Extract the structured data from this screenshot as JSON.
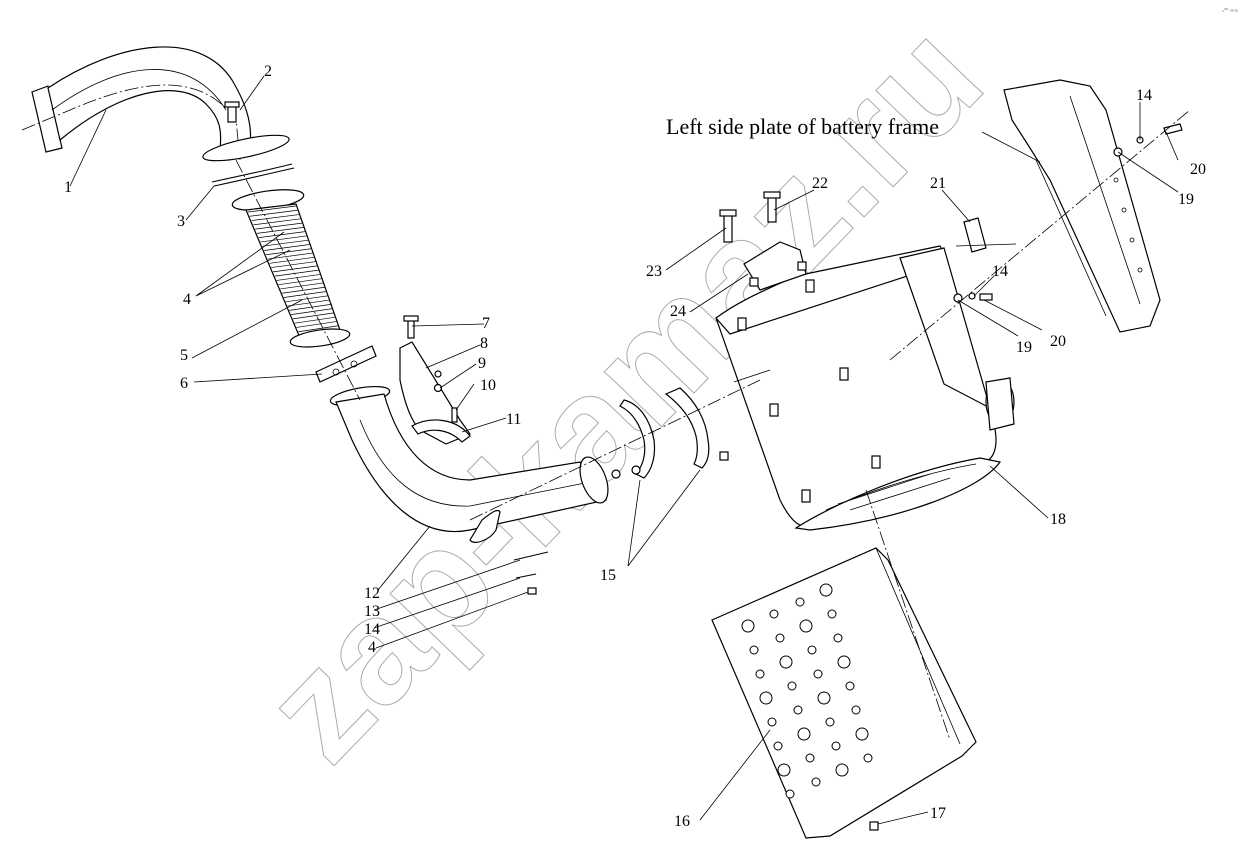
{
  "diagram": {
    "title_label": "Left side plate of battery frame",
    "corner_mark": "ₓ²⁰ ∞∞",
    "watermark": "zap-kamaz.ru",
    "callouts": [
      {
        "id": "c1",
        "text": "1"
      },
      {
        "id": "c2",
        "text": "2"
      },
      {
        "id": "c3",
        "text": "3"
      },
      {
        "id": "c4a",
        "text": "4"
      },
      {
        "id": "c5",
        "text": "5"
      },
      {
        "id": "c6",
        "text": "6"
      },
      {
        "id": "c7",
        "text": "7"
      },
      {
        "id": "c8",
        "text": "8"
      },
      {
        "id": "c9",
        "text": "9"
      },
      {
        "id": "c10",
        "text": "10"
      },
      {
        "id": "c11",
        "text": "11"
      },
      {
        "id": "c12",
        "text": "12"
      },
      {
        "id": "c13",
        "text": "13"
      },
      {
        "id": "c14a",
        "text": "14"
      },
      {
        "id": "c4b",
        "text": "4"
      },
      {
        "id": "c15",
        "text": "15"
      },
      {
        "id": "c16",
        "text": "16"
      },
      {
        "id": "c17",
        "text": "17"
      },
      {
        "id": "c18",
        "text": "18"
      },
      {
        "id": "c19a",
        "text": "19"
      },
      {
        "id": "c20a",
        "text": "20"
      },
      {
        "id": "c14b",
        "text": "14"
      },
      {
        "id": "c21",
        "text": "21"
      },
      {
        "id": "c22",
        "text": "22"
      },
      {
        "id": "c23",
        "text": "23"
      },
      {
        "id": "c24",
        "text": "24"
      },
      {
        "id": "c14c",
        "text": "14"
      },
      {
        "id": "c19b",
        "text": "19"
      },
      {
        "id": "c20b",
        "text": "20"
      }
    ]
  }
}
